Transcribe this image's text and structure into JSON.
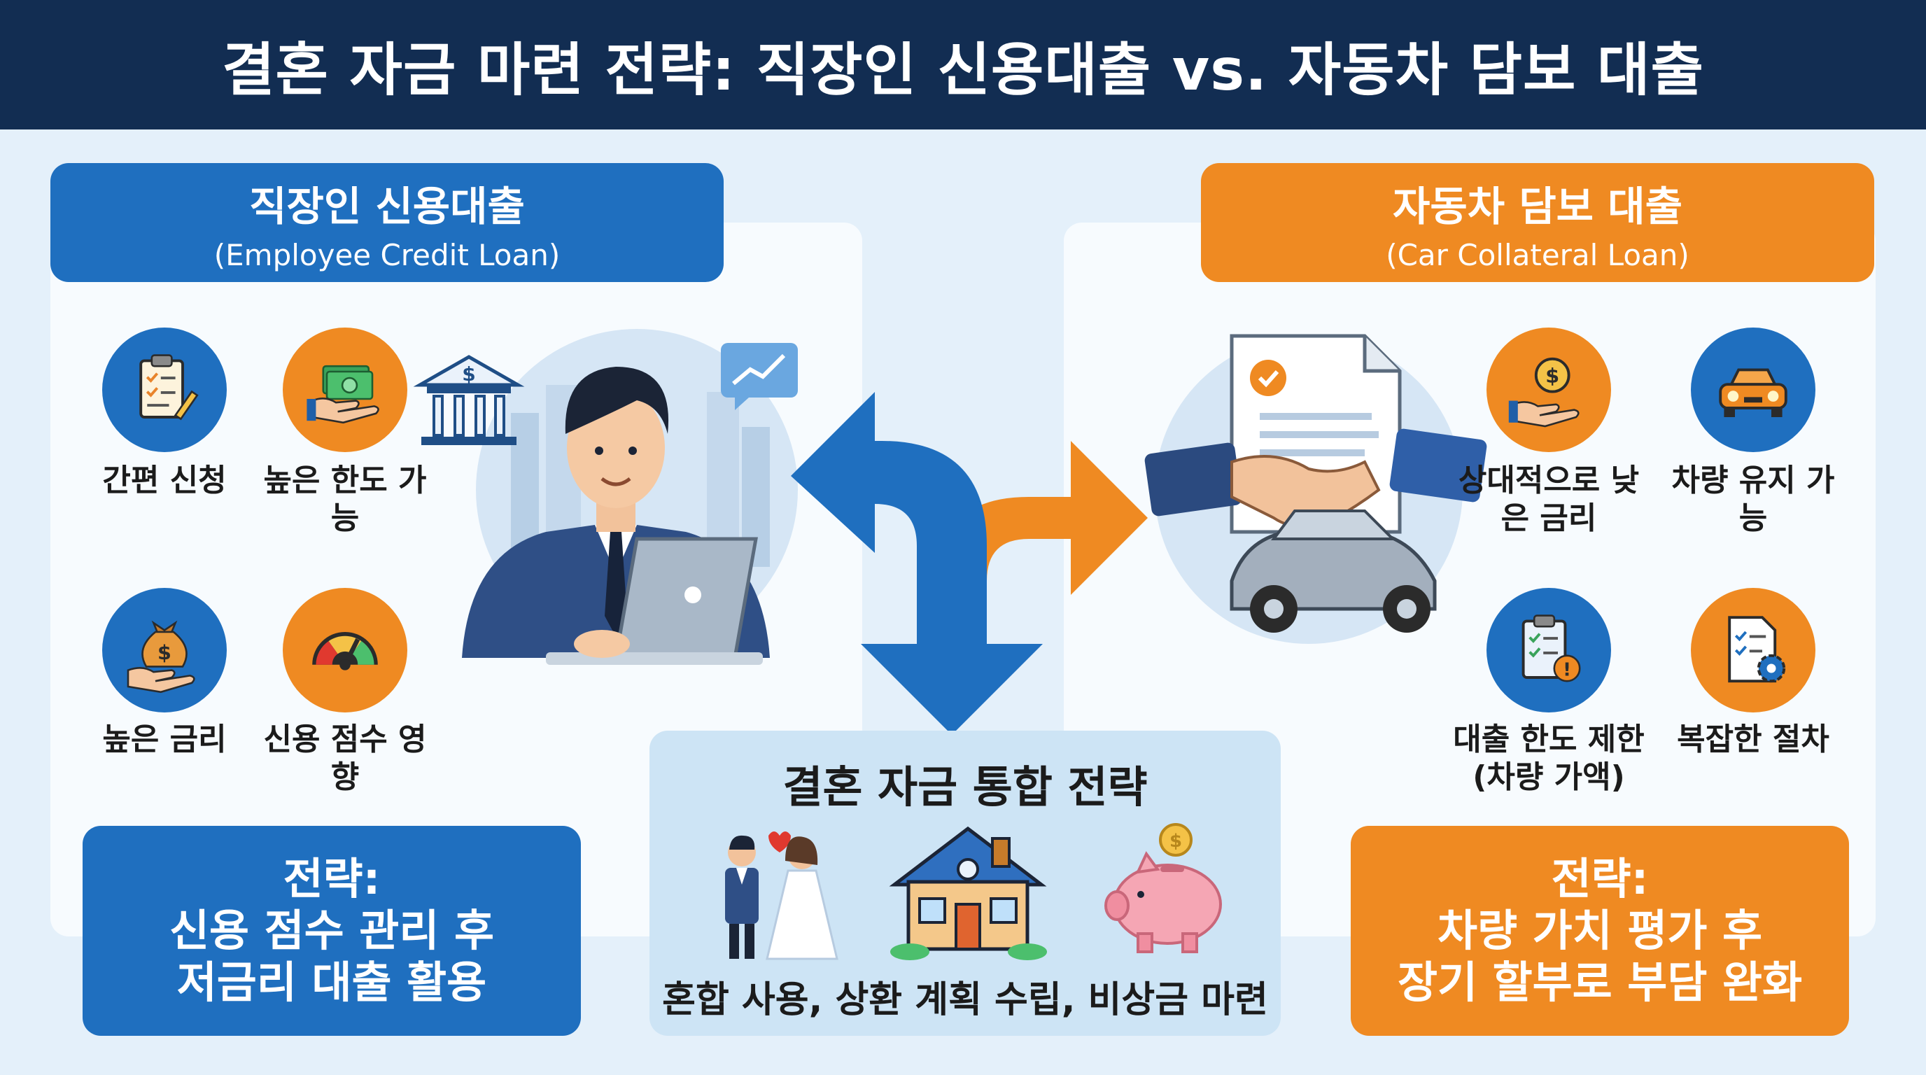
{
  "header": {
    "title": "결혼 자금 마련 전략: 직장인 신용대출 vs. 자동차 담보 대출"
  },
  "left": {
    "title": "직장인 신용대출",
    "subtitle": "(Employee Credit Loan)",
    "items": [
      {
        "label": "간편 신청",
        "icon": "clipboard-icon"
      },
      {
        "label": "높은 한도 가능",
        "icon": "money-hand-icon"
      },
      {
        "label": "높은 금리",
        "icon": "money-bag-icon"
      },
      {
        "label": "신용 점수 영향",
        "icon": "gauge-icon"
      }
    ],
    "strategy": {
      "heading": "전략:",
      "line1": "신용 점수 관리 후",
      "line2": "저금리 대출 활용"
    },
    "color": "#1f6fbf"
  },
  "right": {
    "title": "자동차 담보 대출",
    "subtitle": "(Car Collateral Loan)",
    "items": [
      {
        "label": "상대적으로 낮은 금리",
        "icon": "coin-hand-icon"
      },
      {
        "label": "차량 유지 가능",
        "icon": "car-icon"
      },
      {
        "label": "대출 한도 제한 (차량 가액)",
        "icon": "checklist-warning-icon"
      },
      {
        "label": "복잡한 절차",
        "icon": "document-gear-icon"
      }
    ],
    "strategy": {
      "heading": "전략:",
      "line1": "차량 가치 평가 후",
      "line2": "장기 할부로 부담 완화"
    },
    "color": "#ef8a22"
  },
  "center": {
    "title": "결혼 자금 통합 전략",
    "caption": "혼합 사용, 상환 계획 수립, 비상금 마련",
    "icons": [
      "wedding-couple-icon",
      "house-icon",
      "piggy-bank-icon"
    ]
  }
}
